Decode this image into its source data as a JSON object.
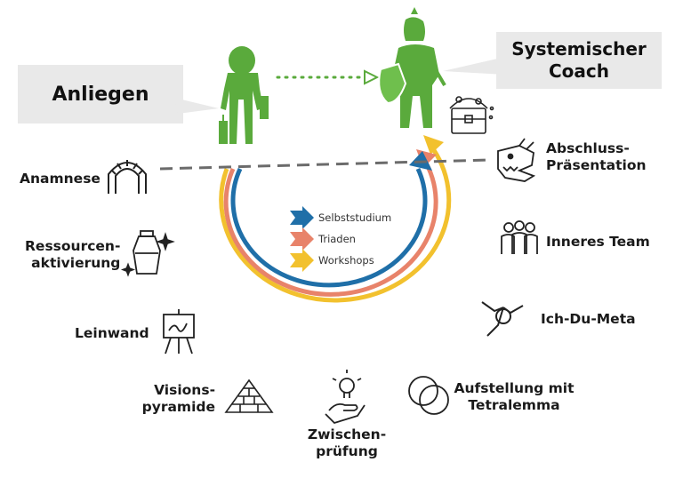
{
  "callouts": {
    "anliegen": "Anliegen",
    "coach_line1": "Systemischer",
    "coach_line2": "Coach"
  },
  "legend": [
    {
      "label": "Selbststudium",
      "color": "#1f6fa8"
    },
    {
      "label": "Triaden",
      "color": "#e8836a"
    },
    {
      "label": "Workshops",
      "color": "#f2c12e"
    }
  ],
  "steps": {
    "anamnese": "Anamnese",
    "ressourcen_1": "Ressourcen-",
    "ressourcen_2": "aktivierung",
    "leinwand": "Leinwand",
    "visions_1": "Visions-",
    "visions_2": "pyramide",
    "zwischen_1": "Zwischen-",
    "zwischen_2": "prüfung",
    "aufstellung_1": "Aufstellung mit",
    "aufstellung_2": "Tetralemma",
    "ichdumeta": "Ich-Du-Meta",
    "inneres_team": "Inneres Team",
    "abschluss_1": "Abschluss-",
    "abschluss_2": "Präsentation"
  },
  "colors": {
    "figure_green": "#5aaa3c",
    "callout_bg": "#e9e9e9",
    "dashed_line": "#6b6b6b"
  }
}
